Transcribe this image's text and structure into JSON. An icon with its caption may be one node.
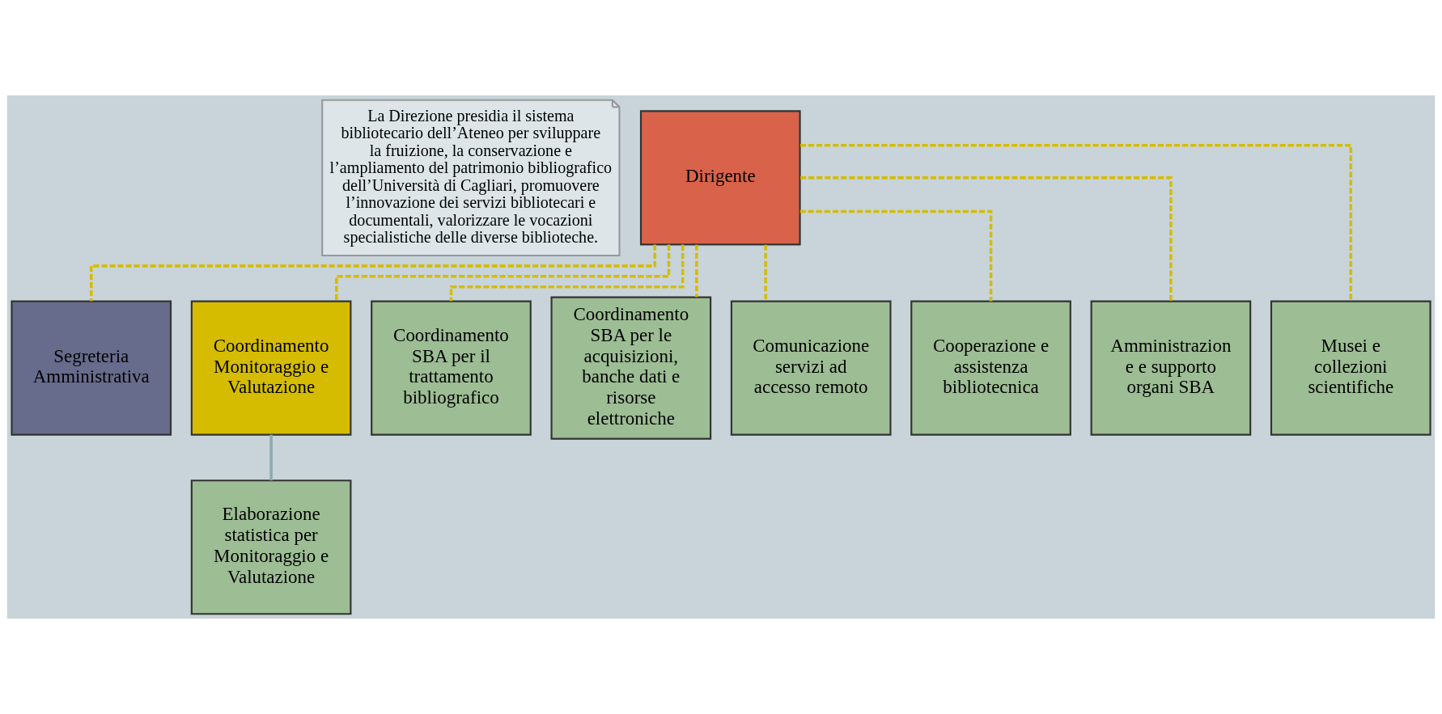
{
  "diagram": {
    "nodes": [
      {
        "text": [
          "La Direzione presidia il sistema bibliotecario dell’Ateneo per sviluppare la fruizione, la conservazione e l’ampliamento del patrimonio bibliografico dell’Università di Cagliari, promuovere l’innovazione dei servizi bibliotecari e documentali, valorizzare le vocazioni specialistiche delle diverse biblioteche."
        ]
      },
      {
        "text": [
          "Dirigente"
        ]
      },
      {
        "text": [
          "Segreteria Amministrativa"
        ]
      },
      {
        "text": [
          "Coordinamento Monitoraggio e Valutazione"
        ]
      },
      {
        "text": [
          "Coordinamento SBA per il trattamento bibliografico"
        ]
      },
      {
        "text": [
          "Coordinamento SBA per le acquisizioni, banche dati e risorse elettroniche"
        ]
      },
      {
        "text": [
          "Comunicazione servizi ad accesso remoto"
        ]
      },
      {
        "text": [
          "Cooperazione e assistenza bibliotecnica"
        ]
      },
      {
        "text": [
          "Amministrazione e supporto organi SBA"
        ]
      },
      {
        "text": [
          "Musei e collezioni scientifiche"
        ]
      },
      {
        "text": [
          "Elaborazione statistica per Monitoraggio e Valutazione"
        ]
      }
    ],
    "edges": [
      {
        "from": 1,
        "to": 2,
        "arrow": "none",
        "style": "dashed"
      },
      {
        "from": 1,
        "to": 3,
        "arrow": "none",
        "style": "dashed"
      },
      {
        "from": 1,
        "to": 4,
        "arrow": "none",
        "style": "dashed"
      },
      {
        "from": 1,
        "to": 5,
        "arrow": "none",
        "style": "dashed"
      },
      {
        "from": 1,
        "to": 6,
        "arrow": "none",
        "style": "dashed"
      },
      {
        "from": 1,
        "to": 7,
        "arrow": "none",
        "style": "dashed"
      },
      {
        "from": 1,
        "to": 8,
        "arrow": "none",
        "style": "dashed"
      },
      {
        "from": 1,
        "to": 9,
        "arrow": "none",
        "style": "dashed"
      },
      {
        "from": 3,
        "to": 10,
        "arrow": "none",
        "color": "#8fa9b2"
      }
    ]
  }
}
